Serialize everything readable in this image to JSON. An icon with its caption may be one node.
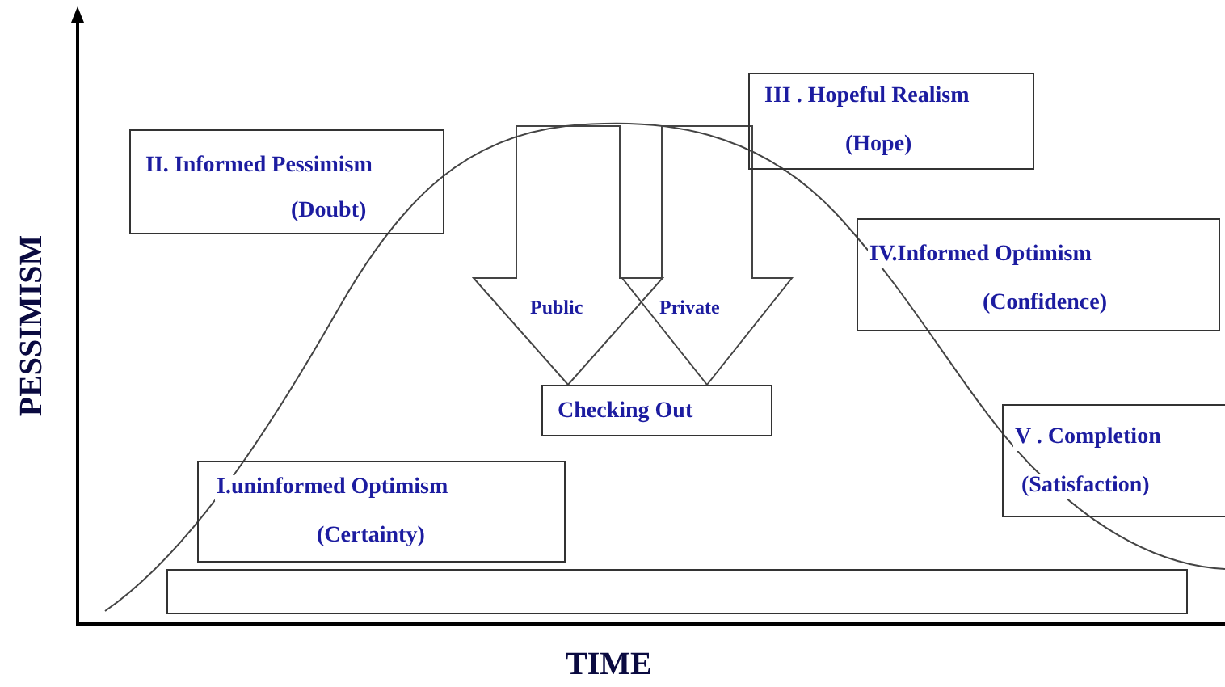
{
  "diagram": {
    "nodes": [
      {
        "text": [
          "II. Informed Pessimism",
          "(Doubt)"
        ]
      },
      {
        "text": [
          "III . Hopeful Realism",
          "(Hope)"
        ]
      },
      {
        "text": [
          "IV.Informed Optimism",
          "(Confidence)"
        ]
      },
      {
        "text": [
          "Checking Out"
        ]
      },
      {
        "text": [
          "V . Completion",
          "(Satisfaction)"
        ]
      },
      {
        "text": [
          "I.uninformed Optimism",
          "(Certainty)"
        ]
      },
      {
        "text": [],
        "shape": "bar"
      }
    ],
    "edges": [
      {
        "from": null,
        "to": 3,
        "arrow": "to",
        "label": "Public"
      },
      {
        "from": null,
        "to": 3,
        "arrow": "to",
        "label": "Private"
      }
    ],
    "labels": [
      "PESSIMISM",
      "TIME"
    ]
  }
}
